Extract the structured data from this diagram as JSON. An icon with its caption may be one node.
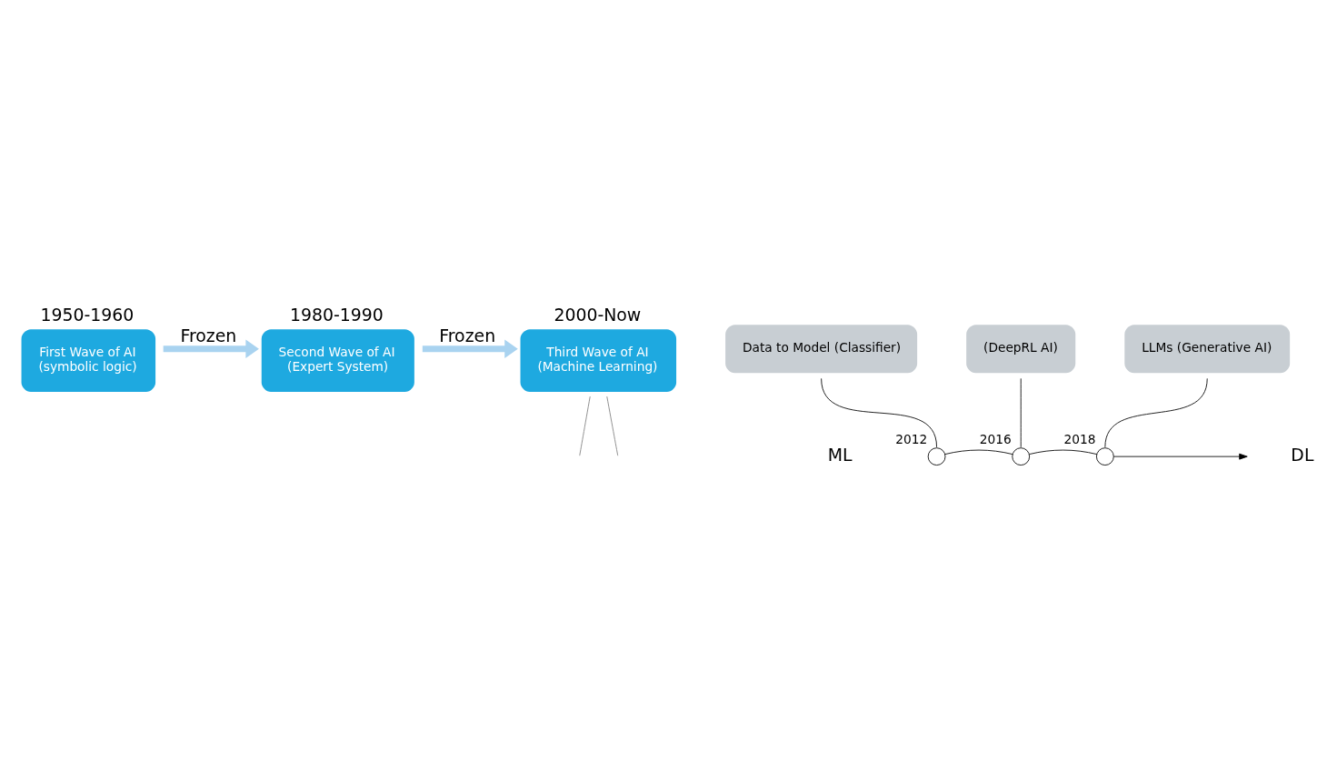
{
  "diagram": {
    "nodes": [
      {
        "text": [
          "First Wave of AI",
          "(symbolic logic)"
        ],
        "beside": [
          "1950-1960"
        ]
      },
      {
        "text": [
          "Second Wave of AI",
          "(Expert System)"
        ],
        "beside": [
          "1980-1990"
        ]
      },
      {
        "text": [
          "Third Wave of AI",
          "(Machine Learning)"
        ],
        "beside": [
          "2000-Now"
        ]
      },
      {
        "text": [
          "Data to Model (Classifier)"
        ]
      },
      {
        "text": [
          "(DeepRL AI)"
        ]
      },
      {
        "text": [
          "LLMs (Generative AI)"
        ]
      },
      {
        "text": [],
        "shape": "circle",
        "beside": [
          "2012"
        ]
      },
      {
        "text": [],
        "shape": "circle",
        "beside": [
          "2016"
        ]
      },
      {
        "text": [],
        "shape": "circle",
        "beside": [
          "2018"
        ]
      }
    ],
    "edges": [
      {
        "from": 0,
        "to": 1,
        "arrow": "to",
        "label": "Frozen",
        "style": "thick",
        "color": "#a9d3f0"
      },
      {
        "from": 1,
        "to": 2,
        "arrow": "to",
        "label": "Frozen",
        "style": "thick",
        "color": "#a9d3f0"
      },
      {
        "from": 2,
        "to": null,
        "arrow": "none",
        "color": "#7f7f7f"
      },
      {
        "from": 2,
        "to": null,
        "arrow": "none",
        "color": "#7f7f7f"
      },
      {
        "from": 3,
        "to": 6,
        "arrow": "none"
      },
      {
        "from": 4,
        "to": 7,
        "arrow": "none"
      },
      {
        "from": 5,
        "to": 8,
        "arrow": "none"
      },
      {
        "from": 6,
        "to": 7,
        "arrow": "none"
      },
      {
        "from": 7,
        "to": 8,
        "arrow": "none"
      },
      {
        "from": 8,
        "to": null,
        "arrow": "to"
      }
    ],
    "labels": [
      "ML",
      "DL"
    ]
  }
}
